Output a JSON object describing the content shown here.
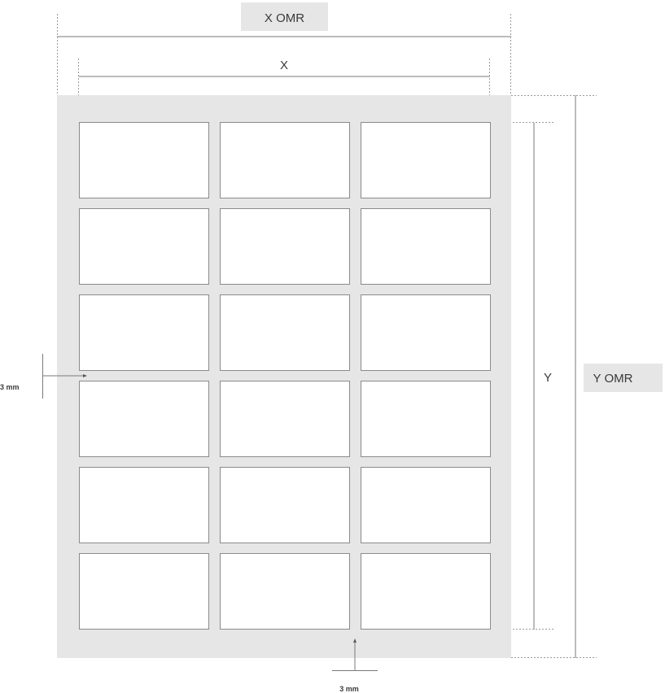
{
  "labels": {
    "x_omr": "X OMR",
    "x": "X",
    "y": "Y",
    "y_omr": "Y OMR",
    "gap_horizontal": "3 mm",
    "gap_vertical": "3 mm"
  },
  "grid": {
    "rows": 6,
    "columns": 3
  },
  "colors": {
    "sheet": "#e6e6e6",
    "label_cell": "#ffffff",
    "label_border": "#8a8a8a",
    "dimension_line": "#7a7a7a",
    "tag_background": "#e6e6e6",
    "text": "#3a3a3a"
  }
}
